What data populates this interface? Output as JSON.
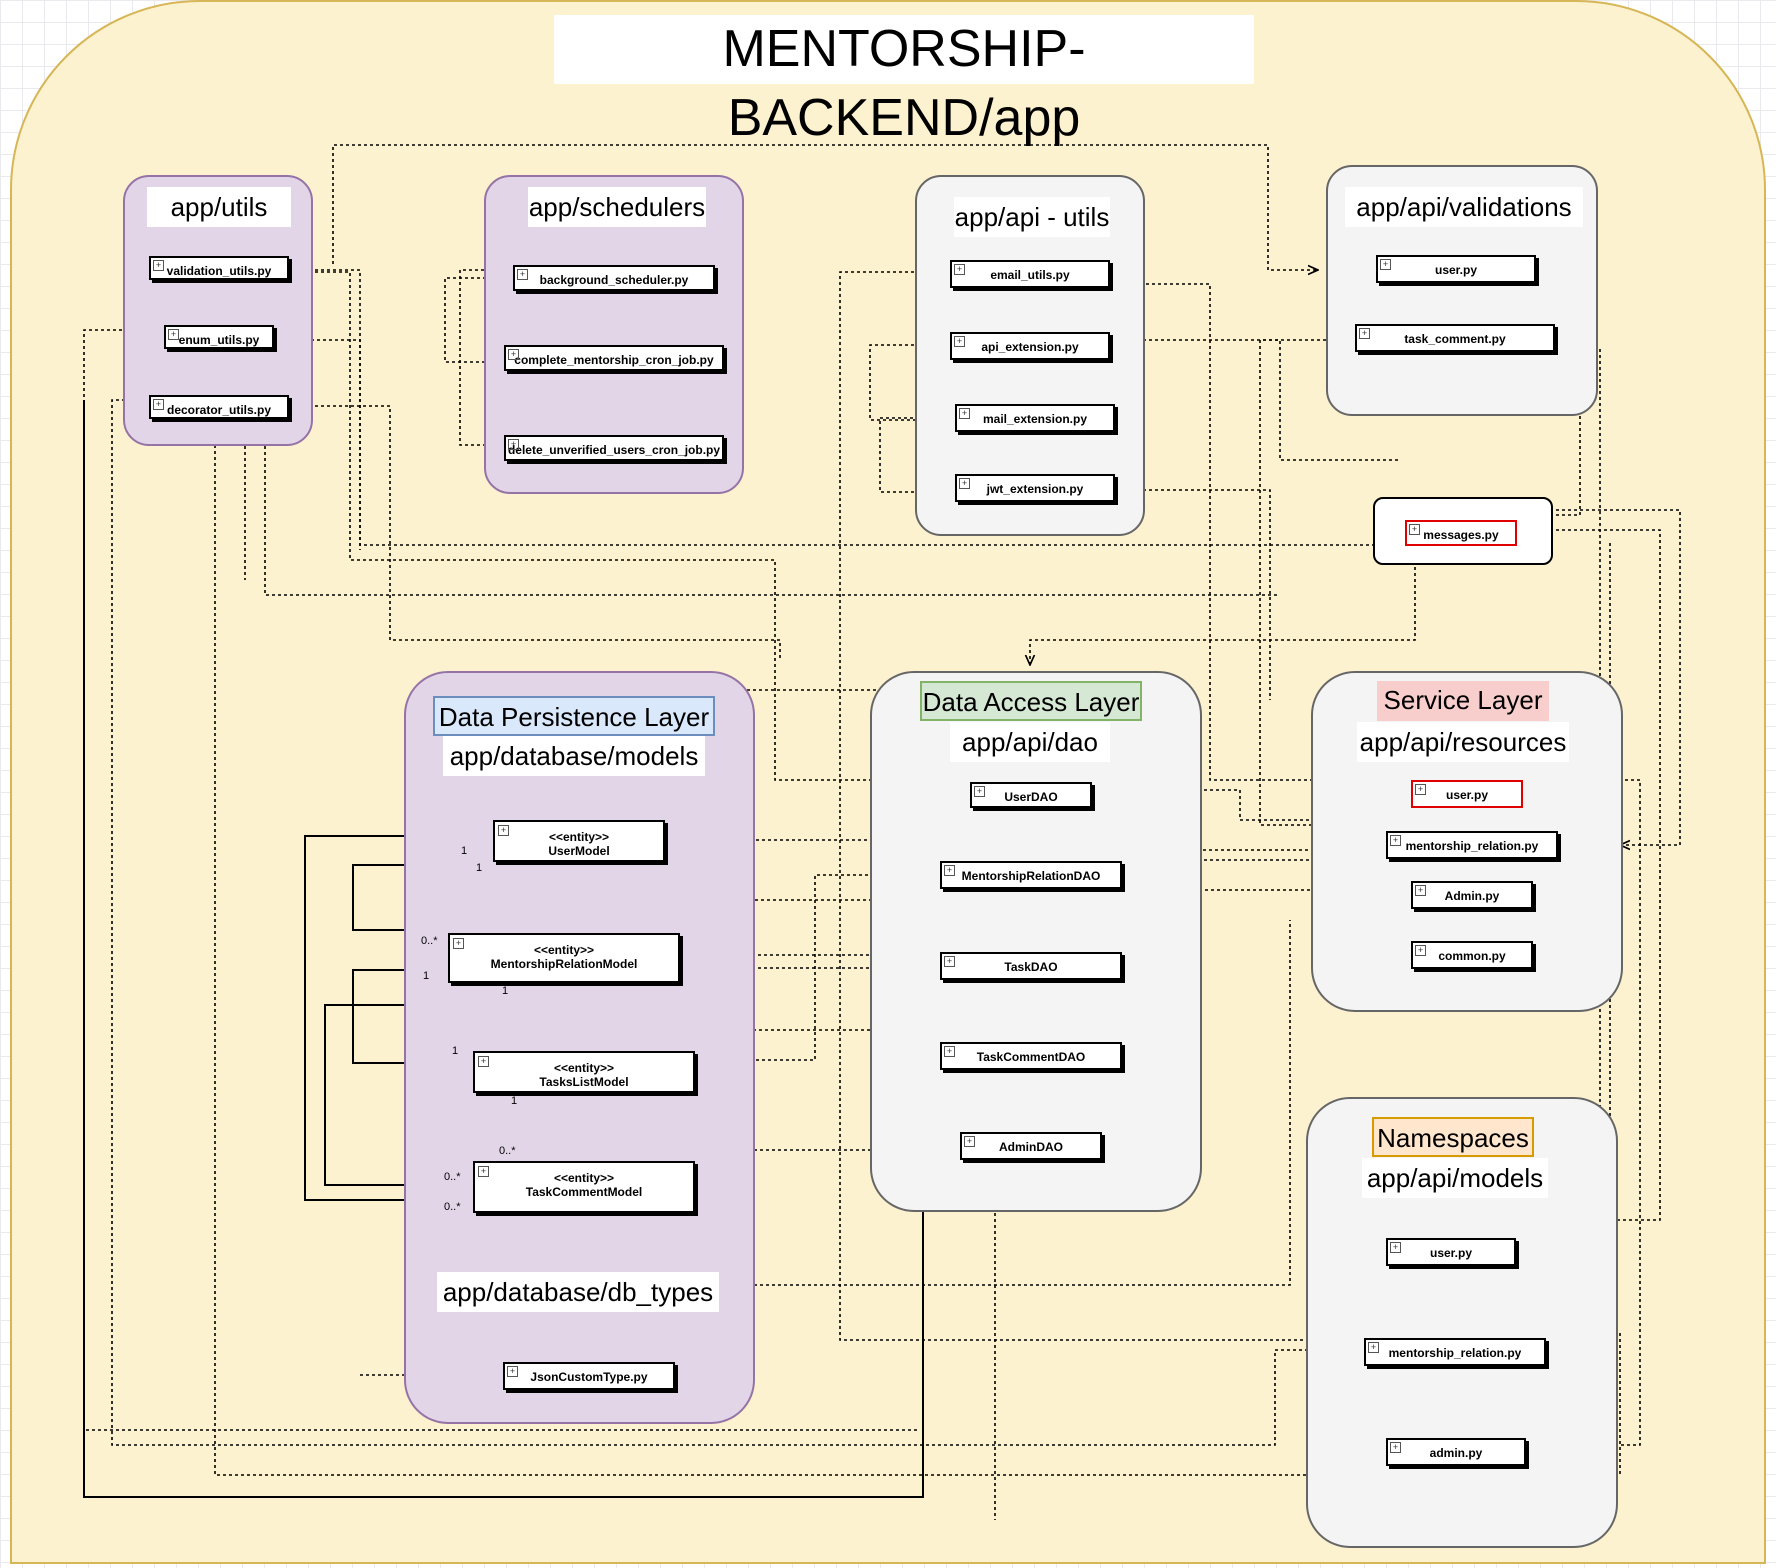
{
  "title": "MENTORSHIP-BACKEND/app",
  "groups": {
    "utils": {
      "label": "app/utils",
      "files": [
        "validation_utils.py",
        "enum_utils.py",
        "decorator_utils.py"
      ]
    },
    "schedulers": {
      "label": "app/schedulers",
      "files": [
        "background_scheduler.py",
        "complete_mentorship_cron_job.py",
        "delete_unverified_users_cron_job.py"
      ]
    },
    "api_utils": {
      "label": "app/api - utils",
      "files": [
        "email_utils.py",
        "api_extension.py",
        "mail_extension.py",
        "jwt_extension.py"
      ]
    },
    "validations": {
      "label": "app/api/validations",
      "files": [
        "user.py",
        "task_comment.py"
      ]
    },
    "messages": {
      "file": "messages.py"
    },
    "persistence": {
      "layer": "Data Persistence Layer",
      "label": "app/database/models",
      "entities": [
        {
          "stereotype": "<<entity>>",
          "name": "UserModel"
        },
        {
          "stereotype": "<<entity>>",
          "name": "MentorshipRelationModel"
        },
        {
          "stereotype": "<<entity>>",
          "name": "TasksListModel"
        },
        {
          "stereotype": "<<entity>>",
          "name": "TaskCommentModel"
        }
      ],
      "db_types_label": "app/database/db_types",
      "db_types_files": [
        "JsonCustomType.py"
      ]
    },
    "dao": {
      "layer": "Data Access Layer",
      "label": "app/api/dao",
      "files": [
        "UserDAO",
        "MentorshipRelationDAO",
        "TaskDAO",
        "TaskCommentDAO",
        "AdminDAO"
      ]
    },
    "resources": {
      "layer": "Service Layer",
      "label": "app/api/resources",
      "files": [
        "user.py",
        "mentorship_relation.py",
        "Admin.py",
        "common.py"
      ]
    },
    "namespaces": {
      "layer": "Namespaces",
      "label": "app/api/models",
      "files": [
        "user.py",
        "mentorship_relation.py",
        "admin.py"
      ]
    }
  },
  "multiplicities": {
    "user_1a": "1",
    "user_1b": "1",
    "mr_many": "0..*",
    "mr_1a": "1",
    "mr_1b": "1",
    "tl_1a": "1",
    "tl_1b": "1",
    "tc_many_a": "0..*",
    "tc_many_b": "0..*",
    "tc_many_c": "0..*"
  }
}
